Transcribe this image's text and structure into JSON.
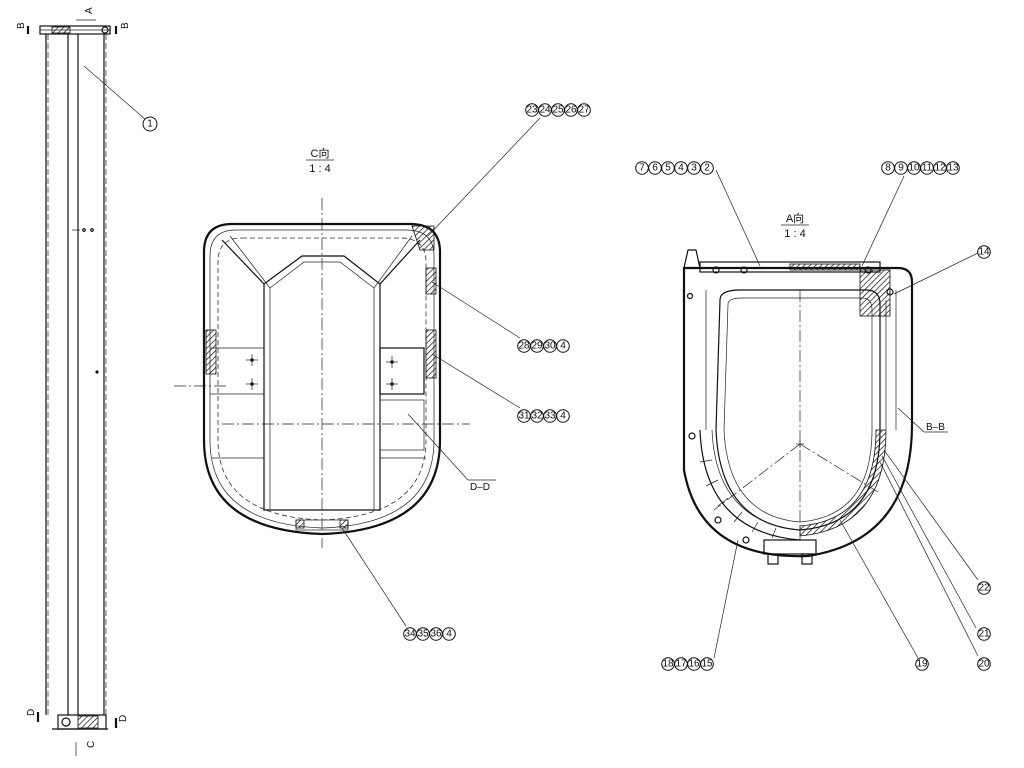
{
  "views": {
    "c_view": {
      "title": "C向",
      "scale": "1 : 4"
    },
    "a_view": {
      "title": "A向",
      "scale": "1 : 4"
    }
  },
  "section_labels": {
    "dd": "D–D",
    "bb": "B–B"
  },
  "column_markers": {
    "top_b_left": "B",
    "top_a": "A",
    "top_b_right": "B",
    "bottom_d_left": "D",
    "bottom_c": "C",
    "bottom_d_right": "D"
  },
  "callouts": {
    "part1": [
      "1"
    ],
    "c_top_right": [
      "23",
      "24",
      "25",
      "26",
      "27"
    ],
    "c_mid1": [
      "28",
      "29",
      "30",
      "4"
    ],
    "c_mid2": [
      "31",
      "32",
      "33",
      "4"
    ],
    "c_bottom": [
      "34",
      "35",
      "36",
      "4"
    ],
    "a_top_left": [
      "7",
      "6",
      "5",
      "4",
      "3",
      "2"
    ],
    "a_top_right": [
      "8",
      "9",
      "10",
      "11",
      "12",
      "13"
    ],
    "a_right": [
      "14"
    ],
    "a_bottom_left": [
      "18",
      "17",
      "16",
      "15"
    ],
    "a_bottom_mid": [
      "19"
    ],
    "a_r20": [
      "20"
    ],
    "a_r21": [
      "21"
    ],
    "a_r22": [
      "22"
    ]
  }
}
